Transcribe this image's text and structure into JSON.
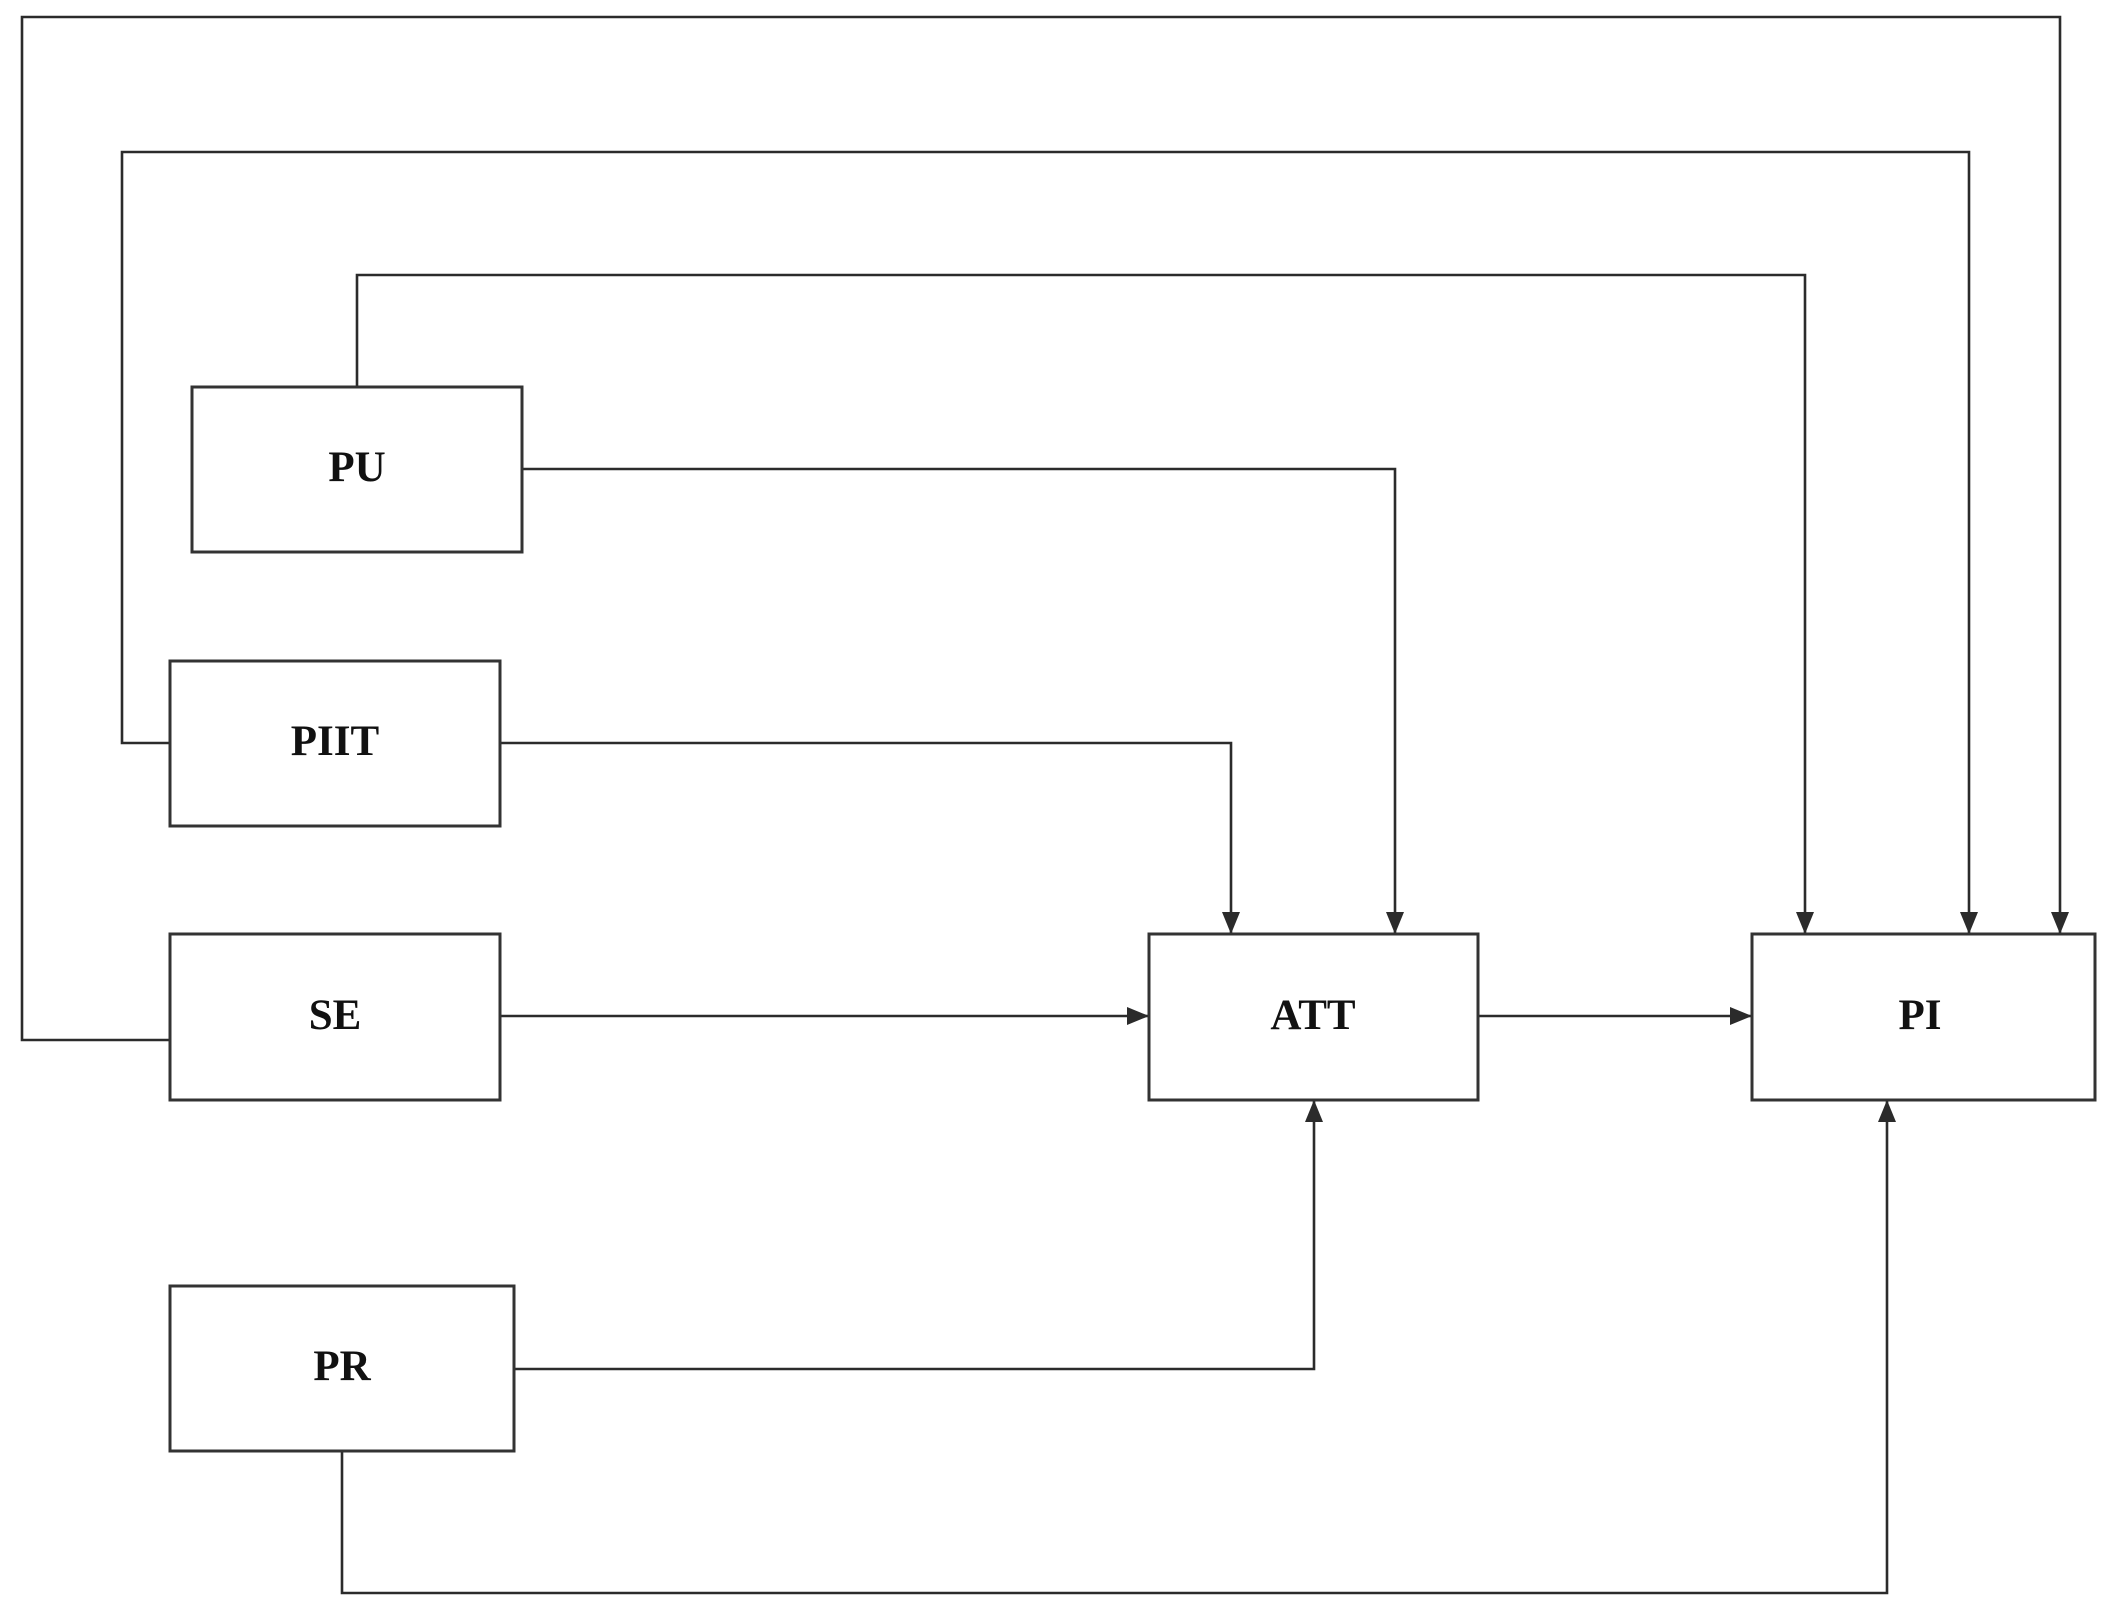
{
  "nodes": {
    "pu": "PU",
    "piit": "PIIT",
    "se": "SE",
    "pr": "PR",
    "att": "ATT",
    "pi": "PI"
  },
  "edges": [
    {
      "from": "PU",
      "to": "ATT"
    },
    {
      "from": "PU",
      "to": "PI"
    },
    {
      "from": "PIIT",
      "to": "ATT"
    },
    {
      "from": "PIIT",
      "to": "PI"
    },
    {
      "from": "SE",
      "to": "ATT"
    },
    {
      "from": "SE",
      "to": "PI"
    },
    {
      "from": "PR",
      "to": "ATT"
    },
    {
      "from": "PR",
      "to": "PI"
    },
    {
      "from": "ATT",
      "to": "PI"
    }
  ],
  "colors": {
    "line": "#2b2b2b",
    "box_border": "#333333",
    "text": "#111111",
    "background": "#ffffff"
  }
}
